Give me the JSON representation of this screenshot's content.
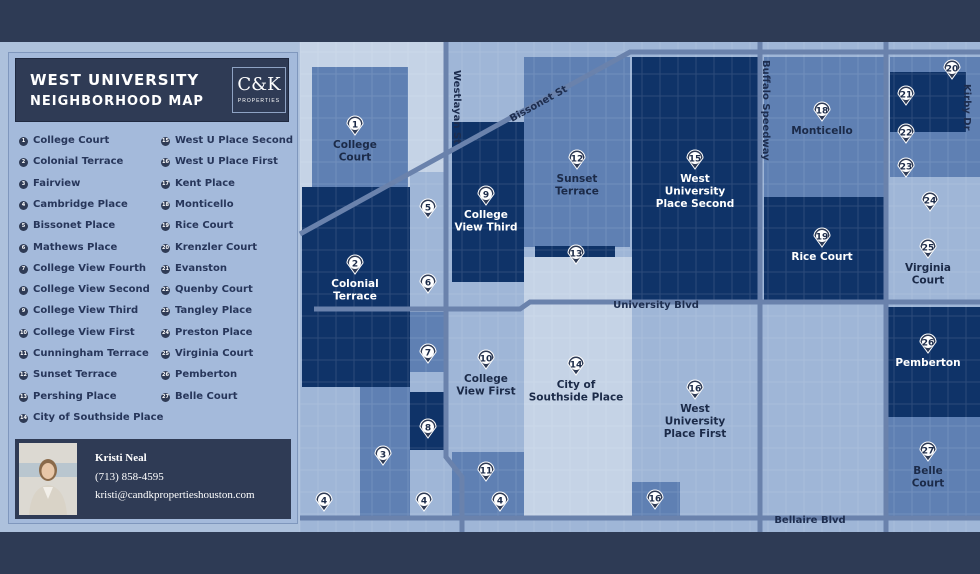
{
  "title": {
    "line1": "WEST UNIVERSITY",
    "line2": "NEIGHBORHOOD MAP"
  },
  "logo": {
    "mark": "C&K",
    "sub": "PROPERTIES"
  },
  "legend": [
    {
      "n": "1",
      "name": "College Court"
    },
    {
      "n": "2",
      "name": "Colonial Terrace"
    },
    {
      "n": "3",
      "name": "Fairview"
    },
    {
      "n": "4",
      "name": "Cambridge Place"
    },
    {
      "n": "5",
      "name": "Bissonet Place"
    },
    {
      "n": "6",
      "name": "Mathews Place"
    },
    {
      "n": "7",
      "name": "College View Fourth"
    },
    {
      "n": "8",
      "name": "College View Second"
    },
    {
      "n": "9",
      "name": "College View Third"
    },
    {
      "n": "10",
      "name": "College View First"
    },
    {
      "n": "11",
      "name": "Cunningham Terrace"
    },
    {
      "n": "12",
      "name": "Sunset Terrace"
    },
    {
      "n": "13",
      "name": "Pershing Place"
    },
    {
      "n": "14",
      "name": "City of Southside Place"
    },
    {
      "n": "15",
      "name": "West U Place Second"
    },
    {
      "n": "16",
      "name": "West U Place First"
    },
    {
      "n": "17",
      "name": "Kent Place"
    },
    {
      "n": "18",
      "name": "Monticello"
    },
    {
      "n": "19",
      "name": "Rice Court"
    },
    {
      "n": "20",
      "name": "Krenzler Court"
    },
    {
      "n": "21",
      "name": "Evanston"
    },
    {
      "n": "22",
      "name": "Quenby Court"
    },
    {
      "n": "23",
      "name": "Tangley Place"
    },
    {
      "n": "24",
      "name": "Preston Place"
    },
    {
      "n": "25",
      "name": "Virginia Court"
    },
    {
      "n": "26",
      "name": "Pemberton"
    },
    {
      "n": "27",
      "name": "Belle Court"
    }
  ],
  "contact": {
    "name": "Kristi Neal",
    "phone": "(713) 858-4595",
    "email": "kristi@candkpropertieshouston.com"
  },
  "streets": [
    "Westlayan St",
    "Bissonet St",
    "Buffalo Speedway",
    "Kirby Dr",
    "University Blvd",
    "Bellaire Blvd"
  ],
  "areas": [
    {
      "n": "1",
      "label": [
        "College",
        "Court"
      ]
    },
    {
      "n": "2",
      "label": [
        "Colonial",
        "Terrace"
      ]
    },
    {
      "n": "3",
      "label": []
    },
    {
      "n": "4",
      "label": []
    },
    {
      "n": "5",
      "label": []
    },
    {
      "n": "6",
      "label": []
    },
    {
      "n": "7",
      "label": []
    },
    {
      "n": "8",
      "label": []
    },
    {
      "n": "9",
      "label": [
        "College",
        "View Third"
      ]
    },
    {
      "n": "10",
      "label": [
        "College",
        "View First"
      ]
    },
    {
      "n": "11",
      "label": []
    },
    {
      "n": "12",
      "label": [
        "Sunset",
        "Terrace"
      ]
    },
    {
      "n": "13",
      "label": []
    },
    {
      "n": "14",
      "label": [
        "City of",
        "Southside Place"
      ]
    },
    {
      "n": "15",
      "label": [
        "West",
        "University",
        "Place Second"
      ]
    },
    {
      "n": "16",
      "label": [
        "West",
        "University",
        "Place First"
      ]
    },
    {
      "n": "18",
      "label": [
        "Monticello"
      ]
    },
    {
      "n": "19",
      "label": [
        "Rice Court"
      ]
    },
    {
      "n": "20",
      "label": []
    },
    {
      "n": "21",
      "label": []
    },
    {
      "n": "22",
      "label": []
    },
    {
      "n": "23",
      "label": []
    },
    {
      "n": "24",
      "label": []
    },
    {
      "n": "25",
      "label": [
        "Virginia",
        "Court"
      ]
    },
    {
      "n": "26",
      "label": [
        "Pemberton"
      ]
    },
    {
      "n": "27",
      "label": [
        "Belle",
        "Court"
      ]
    }
  ],
  "colors": {
    "dark": "#0f3368",
    "mid": "#5f80b3",
    "light": "#9fb6d7",
    "pale": "#c5d3e6",
    "road": "#6a82ac",
    "bg": "#2e3b55"
  }
}
